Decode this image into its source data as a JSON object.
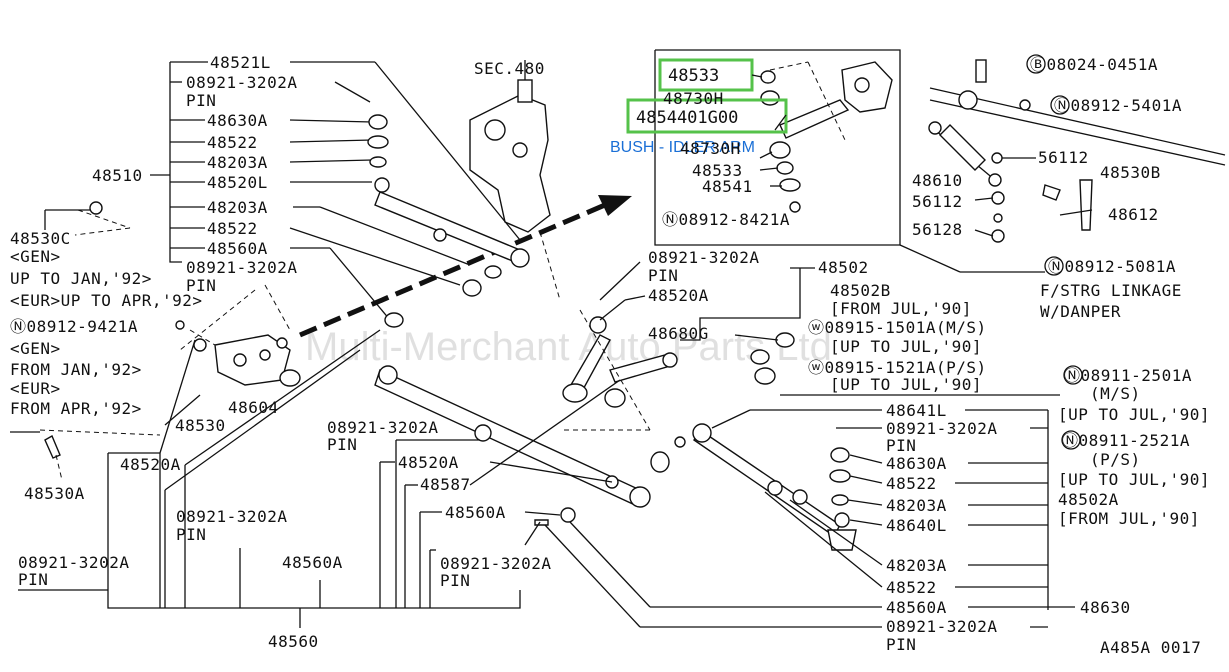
{
  "watermark": "Multi-Merchant Auto Parts Ltd",
  "figure_code": "A485A 0017",
  "section_ref": "SEC.480",
  "highlight": {
    "part_a": "48533",
    "part_b": "4854401G00",
    "annotation": "BUSH - IDLER ARM",
    "color": "#55c24a",
    "annotation_color": "#1a6fd6"
  },
  "inset_labels": [
    "48730H",
    "48730H",
    "48533",
    "48541",
    "Ⓝ08912-8421A"
  ],
  "upper_right_labels": [
    "Ⓑ08024-0451A",
    "Ⓝ08912-5401A",
    "56112",
    "48530B",
    "48610",
    "56112",
    "48612",
    "56128",
    "Ⓝ08912-5081A",
    "F/STRG LINKAGE",
    "W/DANPER"
  ],
  "left_labels": [
    "48521L",
    "08921-3202A",
    "PIN",
    "48630A",
    "48522",
    "48203A",
    "48520L",
    "48510",
    "48203A",
    "48522",
    "48560A",
    "08921-3202A",
    "PIN"
  ],
  "left_notes": [
    "48530C",
    "<GEN>",
    "UP TO JAN,'92>",
    "<EUR>UP TO APR,'92>",
    "Ⓝ08912-9421A",
    "<GEN>",
    "FROM JAN,'92>",
    "<EUR>",
    "FROM APR,'92>",
    "48604",
    "48530",
    "48520A",
    "48530A"
  ],
  "bottom_labels": [
    "08921-3202A",
    "PIN",
    "48560A",
    "08921-3202A",
    "PIN",
    "48560",
    "08921-3202A",
    "PIN",
    "48520A",
    "48587",
    "48560A",
    "08921-3202A",
    "PIN"
  ],
  "center_labels": [
    "08921-3202A",
    "PIN",
    "48502",
    "48520A",
    "48502B",
    "[FROM JUL,'90]",
    "48680G",
    "ⓦ08915-1501A(M/S)",
    "[UP TO JUL,'90]",
    "ⓦ08915-1521A(P/S)",
    "[UP TO JUL,'90]"
  ],
  "right_labels": [
    "Ⓝ08911-2501A",
    "(M/S)",
    "[UP TO JUL,'90]",
    "Ⓝ08911-2521A",
    "(P/S)",
    "[UP TO JUL,'90]",
    "48502A",
    "[FROM JUL,'90]"
  ],
  "right_list": [
    "48641L",
    "08921-3202A",
    "PIN",
    "48630A",
    "48522",
    "48203A",
    "48640L",
    "48203A",
    "48522",
    "48560A",
    "08921-3202A",
    "PIN",
    "48630"
  ]
}
